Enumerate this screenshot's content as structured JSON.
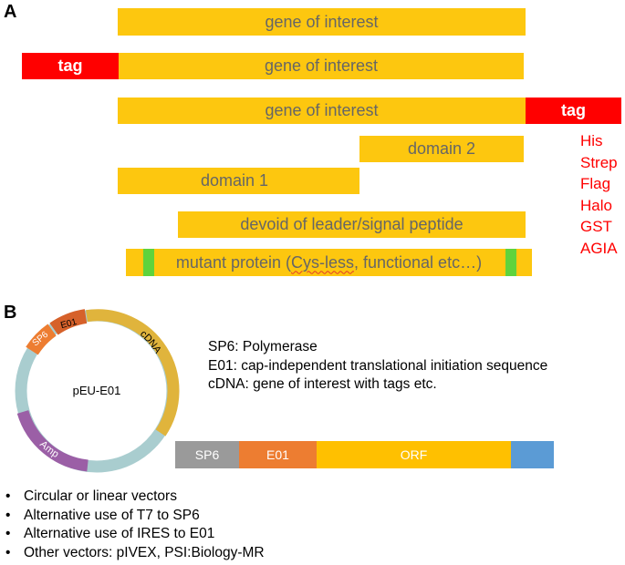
{
  "panel_a": {
    "letter": "A",
    "bars": {
      "row1": "gene of interest",
      "row2": "gene of interest",
      "row3": "gene of interest",
      "domain2": "domain 2",
      "domain1": "domain 1",
      "devoid": "devoid of leader/signal peptide",
      "mutant_prefix": "mutant protein (",
      "mutant_squiggle": "Cys-less",
      "mutant_suffix": ", functional etc…)"
    },
    "tag_label": "tag",
    "tag_options": [
      "His",
      "Strep",
      "Flag",
      "Halo",
      "GST",
      "AGIA"
    ]
  },
  "panel_b": {
    "letter": "B",
    "plasmid": {
      "name": "pEU-E01",
      "segments": {
        "sp6": "SP6",
        "e01": "E01",
        "cdna": "cDNA",
        "amp": "Amp"
      }
    },
    "legend": [
      "SP6: Polymerase",
      "E01: cap-independent translational initiation sequence",
      "cDNA: gene of interest with tags etc."
    ],
    "linear_map": {
      "sp6": "SP6",
      "e01": "E01",
      "orf": "ORF",
      "end": ""
    },
    "bullets": [
      "Circular or linear vectors",
      "Alternative use of T7 to SP6",
      "Alternative use of IRES to E01",
      "Other vectors: pIVEX, PSI:Biology-MR"
    ]
  },
  "colors": {
    "gene_bar": "#FDC70F",
    "tag": "#FF0000",
    "endcap": "#5FD33C",
    "sp6": "#9A9A9A",
    "e01": "#ED7D31",
    "orf": "#FFC000",
    "end": "#5B9BD5",
    "plasmid_ring": "#A9CDCF",
    "plasmid_cdna": "#E0B43C",
    "plasmid_amp": "#9B5FA6"
  }
}
